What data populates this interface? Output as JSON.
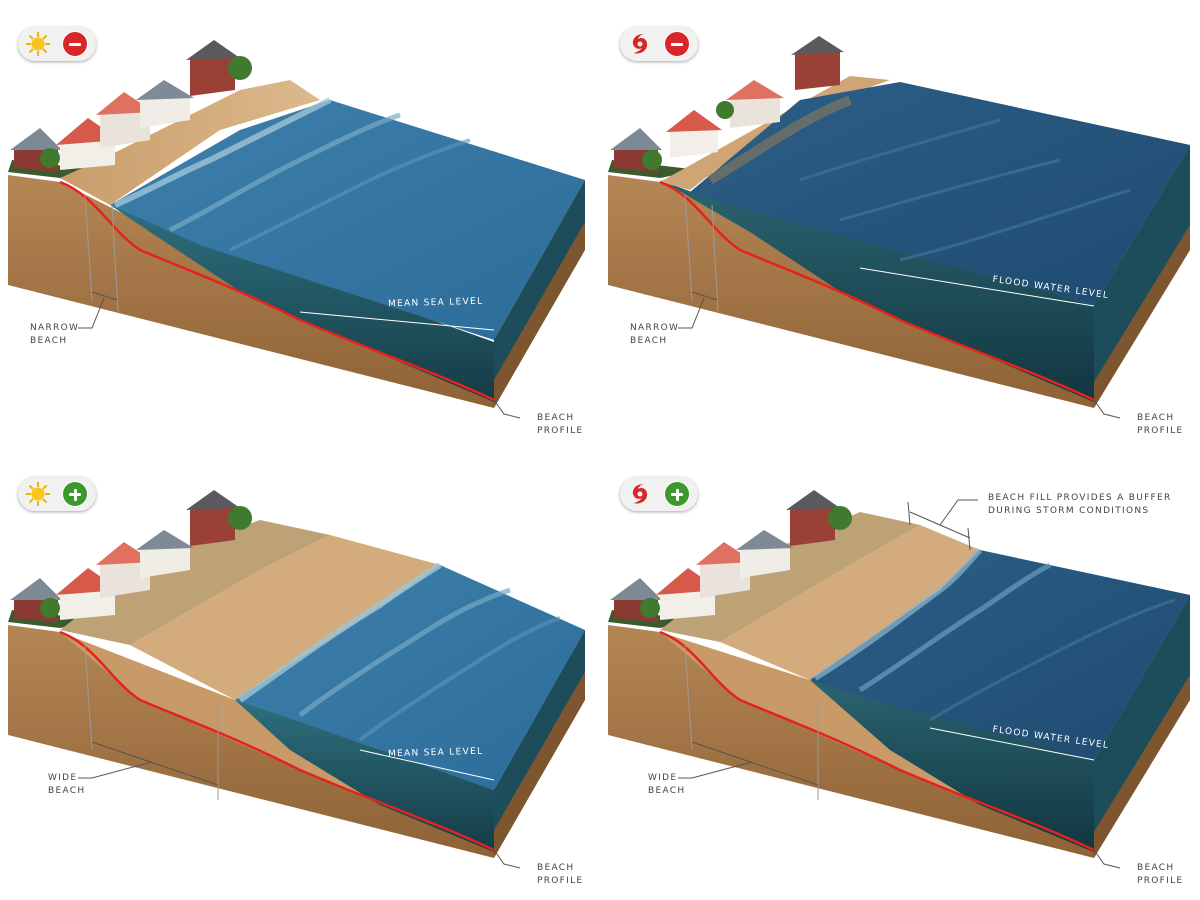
{
  "panels": [
    {
      "id": "calm-narrow",
      "weather_icon": "sun-icon",
      "status_icon": "minus-icon",
      "beach_label": [
        "NARROW",
        "BEACH"
      ],
      "water_label": "MEAN SEA LEVEL",
      "profile_label": [
        "BEACH",
        "PROFILE"
      ]
    },
    {
      "id": "storm-narrow",
      "weather_icon": "hurricane-icon",
      "status_icon": "minus-icon",
      "beach_label": [
        "NARROW",
        "BEACH"
      ],
      "water_label": "FLOOD WATER LEVEL",
      "profile_label": [
        "BEACH",
        "PROFILE"
      ]
    },
    {
      "id": "calm-wide",
      "weather_icon": "sun-icon",
      "status_icon": "plus-icon",
      "beach_label": [
        "WIDE",
        "BEACH"
      ],
      "water_label": "MEAN SEA LEVEL",
      "profile_label": [
        "BEACH",
        "PROFILE"
      ]
    },
    {
      "id": "storm-wide",
      "weather_icon": "hurricane-icon",
      "status_icon": "plus-icon",
      "beach_label": [
        "WIDE",
        "BEACH"
      ],
      "water_label": "FLOOD WATER LEVEL",
      "profile_label": [
        "BEACH",
        "PROFILE"
      ],
      "callout": [
        "BEACH FILL PROVIDES A BUFFER",
        "DURING STORM CONDITIONS"
      ]
    }
  ],
  "colors": {
    "sand": "#d2a978",
    "soil": "#a8794a",
    "water": "#2b6a96",
    "profile_line": "#e3231c",
    "minus": "#d8262a",
    "plus": "#3b9a2b"
  }
}
